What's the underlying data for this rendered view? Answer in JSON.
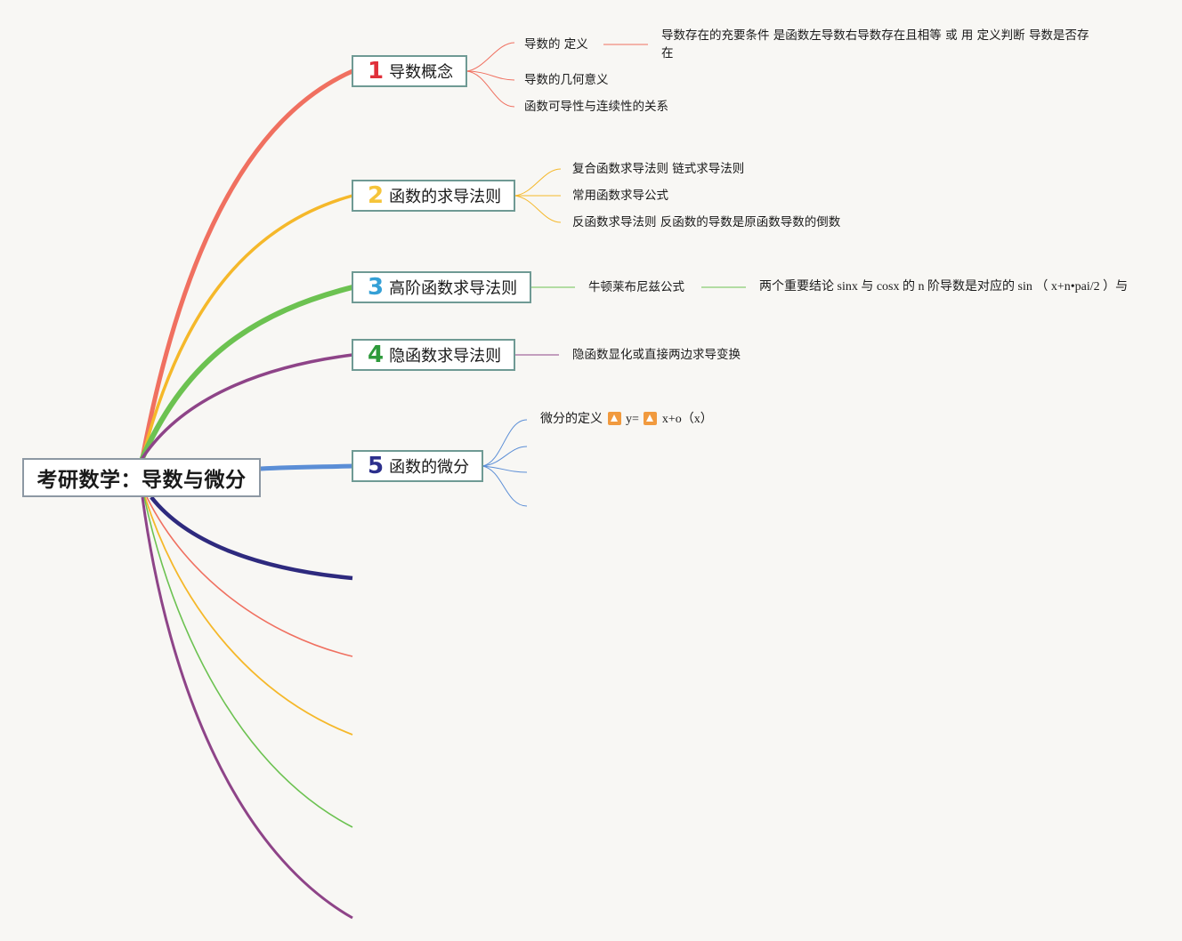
{
  "root": {
    "label": "考研数学：导数与微分"
  },
  "topics": [
    {
      "num": "1",
      "label": "导数概念",
      "color": "#f07060",
      "num_color": "#e0303a"
    },
    {
      "num": "2",
      "label": "函数的求导法则",
      "color": "#f5b82a",
      "num_color": "#f5c43a"
    },
    {
      "num": "3",
      "label": "高阶函数求导法则",
      "color": "#6cc251",
      "num_color": "#35a0d6"
    },
    {
      "num": "4",
      "label": "隐函数求导法则",
      "color": "#8e4488",
      "num_color": "#2e9a3b"
    },
    {
      "num": "5",
      "label": "函数的微分",
      "color": "#5b8ed6",
      "num_color": "#2c2f8c"
    }
  ],
  "leaves": {
    "t1_definition": "导数的 定义",
    "t1_definition_detail": "导数存在的充要条件 是函数左导数右导数存在且相等 或 用 定义判断 导数是否存",
    "t1_definition_detail_wrap": "在",
    "t1_geometry": "导数的几何意义",
    "t1_continuity": "函数可导性与连续性的关系",
    "t2_chain": "复合函数求导法则 链式求导法则",
    "t2_common": "常用函数求导公式",
    "t2_inverse": "反函数求导法则 反函数的导数是原函数导数的倒数",
    "t3_leibniz": "牛顿莱布尼兹公式",
    "t3_conclusion": "两个重要结论 sinx 与 cosx 的 n 阶导数是对应的 sin （ x+n•pai/2 ）与",
    "t4_method": "隐函数显化或直接两边求导变换",
    "t5_def_prefix": "微分的定义",
    "t5_def_mid": "y=",
    "t5_def_suffix": "x+o（x）"
  },
  "icons": {
    "delta": "triangle-up-icon"
  },
  "empty_branch_colors": [
    "#2e2a7e",
    "#f07060",
    "#f5b82a",
    "#6cc251",
    "#8e4488"
  ]
}
